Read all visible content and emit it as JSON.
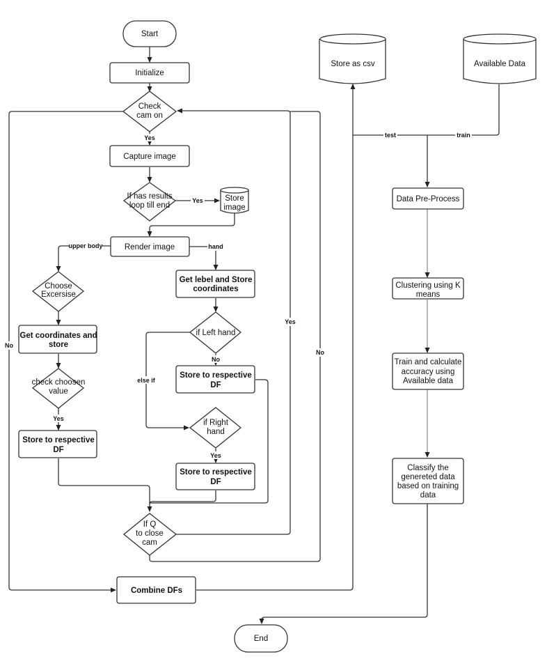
{
  "diagram": {
    "type": "flowchart",
    "nodes": {
      "start": {
        "label": [
          "Start"
        ],
        "shape": "terminal"
      },
      "initialize": {
        "label": [
          "Initialize"
        ],
        "shape": "process"
      },
      "check_cam": {
        "label": [
          "Check",
          "cam on"
        ],
        "shape": "decision"
      },
      "capture_image": {
        "label": [
          "Capture image"
        ],
        "shape": "process"
      },
      "has_results": {
        "label": [
          "If has results",
          "loop till end"
        ],
        "shape": "decision"
      },
      "store_image": {
        "label": [
          "Store",
          "image"
        ],
        "shape": "database"
      },
      "render_image": {
        "label": [
          "Render image"
        ],
        "shape": "process"
      },
      "choose_exercise": {
        "label": [
          "Choose",
          "Excersise"
        ],
        "shape": "decision"
      },
      "get_coordinates": {
        "label": [
          "Get coordinates and",
          "store"
        ],
        "shape": "process"
      },
      "check_chosen": {
        "label": [
          "check choosen",
          "value"
        ],
        "shape": "decision"
      },
      "store_df_body": {
        "label": [
          "Store to respective",
          "DF"
        ],
        "shape": "process"
      },
      "get_label": {
        "label": [
          "Get lebel and Store",
          "coordinates"
        ],
        "shape": "process"
      },
      "if_left": {
        "label": [
          "if Left hand"
        ],
        "shape": "decision"
      },
      "store_df_left": {
        "label": [
          "Store to respective",
          "DF"
        ],
        "shape": "process"
      },
      "if_right": {
        "label": [
          "if Right",
          "hand"
        ],
        "shape": "decision"
      },
      "store_df_right": {
        "label": [
          "Store to respective",
          "DF"
        ],
        "shape": "process"
      },
      "if_q": {
        "label": [
          "If Q",
          "to close",
          "cam"
        ],
        "shape": "decision"
      },
      "combine_dfs": {
        "label": [
          "Combine DFs"
        ],
        "shape": "process"
      },
      "end": {
        "label": [
          "End"
        ],
        "shape": "terminal"
      },
      "store_csv": {
        "label": [
          "Store as csv"
        ],
        "shape": "database"
      },
      "available_data": {
        "label": [
          "Available Data"
        ],
        "shape": "database"
      },
      "pre_process": {
        "label": [
          "Data Pre-Process"
        ],
        "shape": "process"
      },
      "clustering": {
        "label": [
          "Clustering using K",
          "means"
        ],
        "shape": "process"
      },
      "train": {
        "label": [
          "Train and calculate",
          "accuracy using",
          "Available data"
        ],
        "shape": "process"
      },
      "classify": {
        "label": [
          "Classify the",
          "genereted data",
          "based on training",
          "data"
        ],
        "shape": "process"
      }
    },
    "edge_labels": {
      "yes_cam": "Yes",
      "yes_results": "Yes",
      "upper_body": "upper body",
      "hand": "hand",
      "no_cam": "No",
      "yes_chosen": "Yes",
      "no_left": "No",
      "else_if": "else if",
      "yes_right": "Yes",
      "yes_loop": "Yes",
      "no_loop": "No",
      "test": "test",
      "train": "train"
    },
    "edges": [
      [
        "start",
        "initialize",
        ""
      ],
      [
        "initialize",
        "check_cam",
        ""
      ],
      [
        "check_cam",
        "capture_image",
        "Yes"
      ],
      [
        "check_cam",
        "combine_dfs",
        "No"
      ],
      [
        "capture_image",
        "has_results",
        ""
      ],
      [
        "has_results",
        "store_image",
        "Yes"
      ],
      [
        "store_image",
        "render_image",
        ""
      ],
      [
        "render_image",
        "choose_exercise",
        "upper body"
      ],
      [
        "render_image",
        "get_label",
        "hand"
      ],
      [
        "choose_exercise",
        "get_coordinates",
        ""
      ],
      [
        "get_coordinates",
        "check_chosen",
        ""
      ],
      [
        "check_chosen",
        "store_df_body",
        "Yes"
      ],
      [
        "store_df_body",
        "if_q",
        ""
      ],
      [
        "get_label",
        "if_left",
        ""
      ],
      [
        "if_left",
        "store_df_left",
        "No"
      ],
      [
        "if_left",
        "if_right",
        "else if"
      ],
      [
        "if_right",
        "store_df_right",
        "Yes"
      ],
      [
        "store_df_right",
        "if_q",
        ""
      ],
      [
        "store_df_left",
        "if_q",
        ""
      ],
      [
        "if_q",
        "check_cam",
        "Yes"
      ],
      [
        "if_q",
        "check_cam",
        "No"
      ],
      [
        "combine_dfs",
        "store_csv",
        ""
      ],
      [
        "available_data",
        "pre_process",
        "train"
      ],
      [
        "store_csv",
        "pre_process",
        "test"
      ],
      [
        "pre_process",
        "clustering",
        ""
      ],
      [
        "clustering",
        "train",
        ""
      ],
      [
        "train",
        "classify",
        ""
      ],
      [
        "classify",
        "end",
        ""
      ]
    ]
  }
}
